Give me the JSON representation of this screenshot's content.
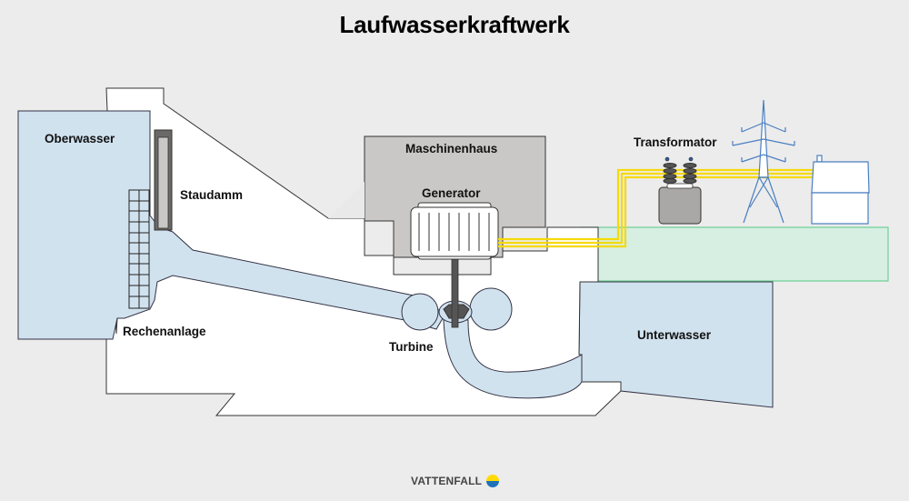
{
  "title": "Laufwasserkraftwerk",
  "labels": {
    "oberwasser": "Oberwasser",
    "staudamm": "Staudamm",
    "rechenanlage": "Rechenanlage",
    "maschinenhaus": "Maschinenhaus",
    "generator": "Generator",
    "turbine": "Turbine",
    "transformator": "Transformator",
    "unterwasser": "Unterwasser"
  },
  "footer": {
    "brand": "VATTENFALL"
  },
  "colors": {
    "background": "#ececec",
    "water": "#d1e2ef",
    "concrete": "#ffffff",
    "machine_house": "#c9c8c6",
    "ground": "#d6efe2",
    "ground_stroke": "#6fcf97",
    "power_line": "#f5d90a",
    "tower": "#4a7fc1",
    "logo_yellow": "#ffda00",
    "logo_blue": "#2072b9"
  }
}
